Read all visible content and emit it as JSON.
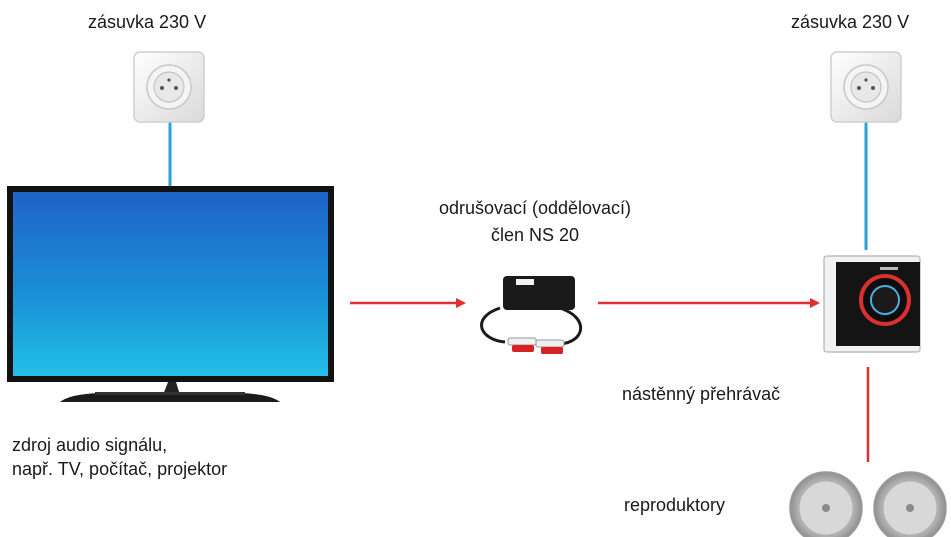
{
  "labels": {
    "socket_left": "zásuvka 230 V",
    "socket_right": "zásuvka 230 V",
    "filter_line1": "odrušovací (oddělovací)",
    "filter_line2": "člen NS 20",
    "player": "nástěnný přehrávač",
    "source_line1": "zdroj audio signálu,",
    "source_line2": "např. TV, počítač, projektor",
    "speakers": "reproduktory"
  },
  "colors": {
    "power_line": "#29a3d6",
    "signal_arrow": "#e02f2f",
    "text": "#1a1a1a"
  },
  "icons": {
    "socket": "power-socket-icon",
    "tv": "tv-icon",
    "filter": "ground-loop-isolator-icon",
    "player": "wall-player-icon",
    "speaker": "ceiling-speaker-icon"
  }
}
